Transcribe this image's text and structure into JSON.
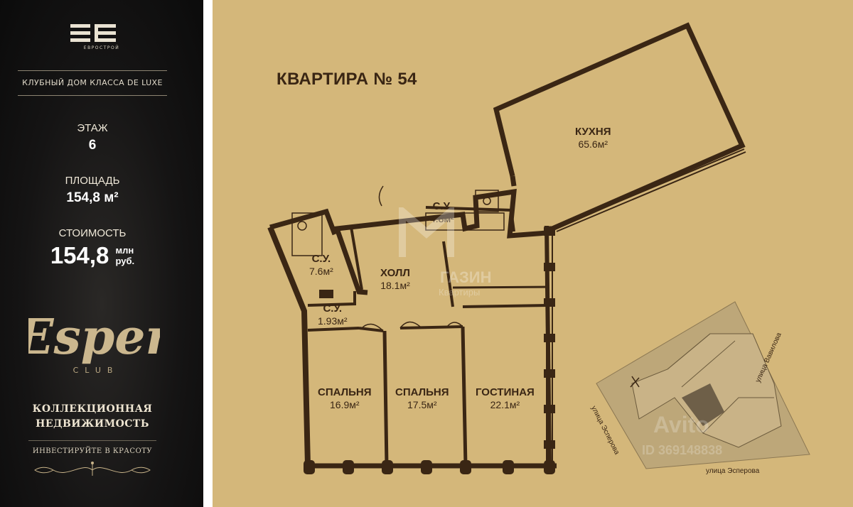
{
  "sidebar": {
    "brand_name": "ЕВРОСТРОЙ",
    "tagline": "КЛУБНЫЙ ДОМ КЛАССА DE LUXE",
    "floor_label": "ЭТАЖ",
    "floor_value": "6",
    "area_label": "ПЛОЩАДЬ",
    "area_value": "154,8 м²",
    "price_label": "СТОИМОСТЬ",
    "price_value": "154,8",
    "price_unit_line1": "млн",
    "price_unit_line2": "руб.",
    "club_logo_text": "Esper",
    "club_sub": "CLUB",
    "collection_line1": "КОЛЛЕКЦИОННАЯ",
    "collection_line2": "НЕДВИЖИМОСТЬ",
    "invest": "ИНВЕСТИРУЙТЕ В КРАСОТУ"
  },
  "plan": {
    "title": "КВАРТИРА № 54",
    "rooms": [
      {
        "name": "КУХНЯ",
        "area": "65.6м²"
      },
      {
        "name": "С.У.",
        "area": "4.8м²"
      },
      {
        "name": "С.У.",
        "area": "7.6м²"
      },
      {
        "name": "ХОЛЛ",
        "area": "18.1м²"
      },
      {
        "name": "С.У.",
        "area": "1.93м²"
      },
      {
        "name": "СПАЛЬНЯ",
        "area": "16.9м²"
      },
      {
        "name": "СПАЛЬНЯ",
        "area": "17.5м²"
      },
      {
        "name": "ГОСТИНАЯ",
        "area": "22.1м²"
      }
    ],
    "streets": [
      "улица Вавилова",
      "улица Эсперова",
      "улица Эсперова"
    ],
    "watermark": {
      "brand": "ГАЗИН",
      "sub": "Квартиры",
      "site": "Avito",
      "id": "ID 369148838"
    }
  },
  "colors": {
    "plan_bg": "#d4b77a",
    "wall": "#3a2614",
    "sidebar_bg": "#141313",
    "gold": "#c9b48a"
  }
}
